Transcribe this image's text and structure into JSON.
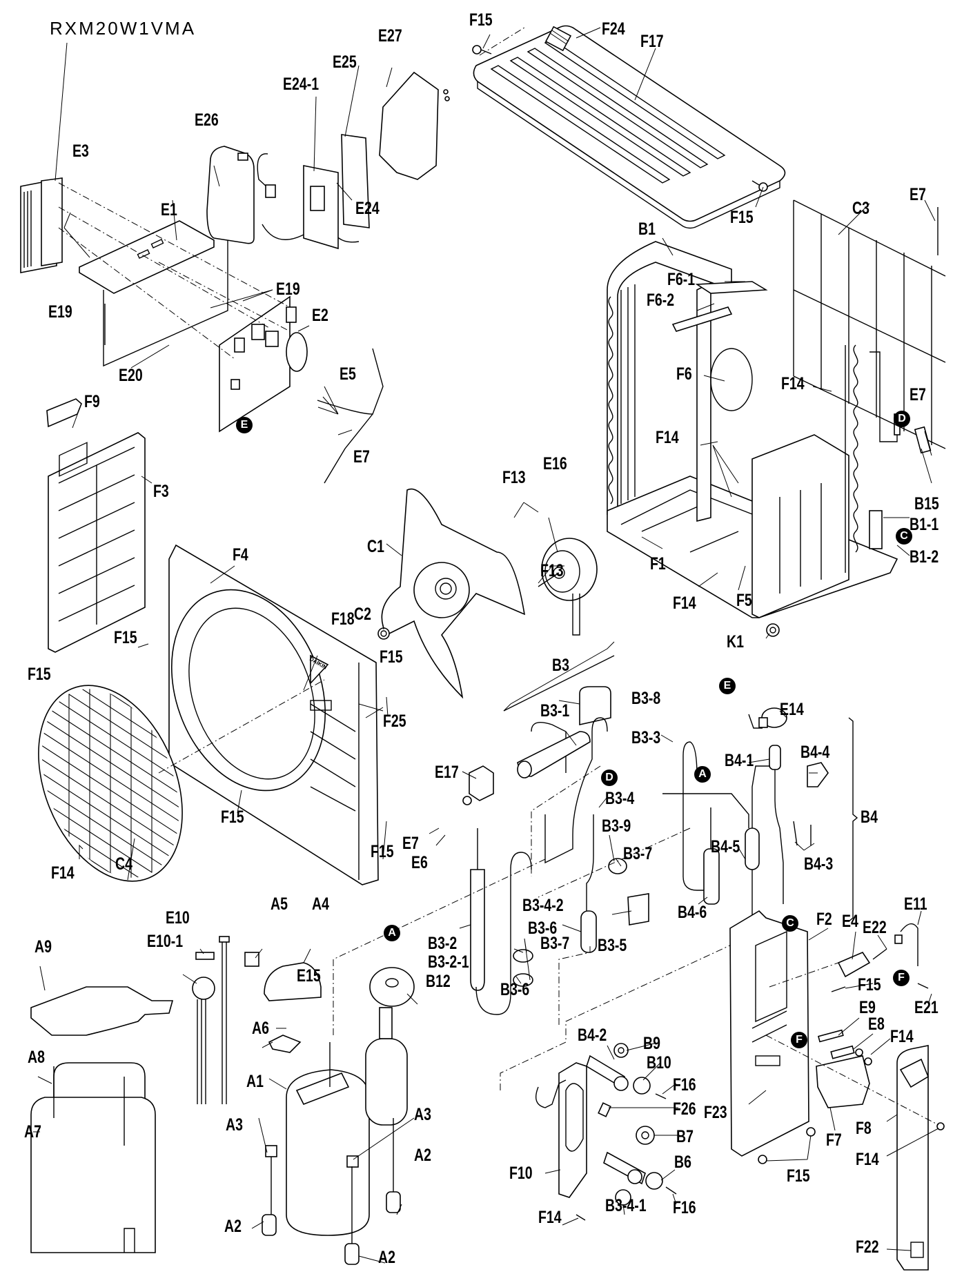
{
  "title": "RXM20W1VMA",
  "markers": {
    "A_compressor": "A",
    "A_pipe": "A",
    "C_pipe": "C",
    "C_coil": "C",
    "D_coil": "D",
    "D_pipe": "D",
    "E_pcb": "E",
    "E_valve": "E",
    "F_panel": "F",
    "F_wire": "F"
  },
  "labels": {
    "E27": "E27",
    "E25": "E25",
    "E24_1": "E24-1",
    "E26": "E26",
    "E24": "E24",
    "E3": "E3",
    "E1": "E1",
    "E19_a": "E19",
    "E19_b": "E19",
    "E2": "E2",
    "E20": "E20",
    "E5": "E5",
    "E7_pcb": "E7",
    "F9": "F9",
    "F3": "F3",
    "F15_top_left": "F15",
    "F24": "F24",
    "F17": "F17",
    "F15_top_right": "F15",
    "C3": "C3",
    "E7_top_right": "E7",
    "B1": "B1",
    "F6_1": "F6-1",
    "F6_2": "F6-2",
    "F6": "F6",
    "F14_a": "F14",
    "F14_b": "F14",
    "E7_coil": "E7",
    "B15": "B15",
    "B1_1": "B1-1",
    "B1_2": "B1-2",
    "F13_a": "F13",
    "E16": "E16",
    "F13_b": "F13",
    "C1": "C1",
    "C2": "C2",
    "F1": "F1",
    "F14_c": "F14",
    "F5": "F5",
    "K1": "K1",
    "F4": "F4",
    "F18": "F18",
    "F15_a": "F15",
    "F15_b": "F15",
    "F15_c": "F15",
    "F25": "F25",
    "F15_d": "F15",
    "F15_e": "F15",
    "F14_d": "F14",
    "C4": "C4",
    "B3": "B3",
    "B3_1": "B3-1",
    "B3_8": "B3-8",
    "E17": "E17",
    "B3_3": "B3-3",
    "E14": "E14",
    "B4_1": "B4-1",
    "B4_4": "B4-4",
    "B4": "B4",
    "B3_4": "B3-4",
    "E7_mid": "E7",
    "E6": "E6",
    "B3_9": "B3-9",
    "B3_7_a": "B3-7",
    "B4_5": "B4-5",
    "B4_3": "B4-3",
    "B3_4_2": "B3-4-2",
    "B4_6": "B4-6",
    "B3_2": "B3-2",
    "B3_2_1": "B3-2-1",
    "B3_6_a": "B3-6",
    "B3_7_b": "B3-7",
    "B3_5": "B3-5",
    "B3_6_b": "B3-6",
    "E10": "E10",
    "A5": "A5",
    "A4": "A4",
    "E10_1": "E10-1",
    "A9": "A9",
    "E15": "E15",
    "B12": "B12",
    "A6": "A6",
    "A8": "A8",
    "A1": "A1",
    "A3_a": "A3",
    "A3_b": "A3",
    "A2_a": "A2",
    "A2_b": "A2",
    "A2_c": "A2",
    "A7": "A7",
    "B4_2": "B4-2",
    "B9": "B9",
    "B10": "B10",
    "F16_a": "F16",
    "F26": "F26",
    "B7": "B7",
    "B6": "B6",
    "F16_b": "F16",
    "F10": "F10",
    "B3_4_1": "B3-4-1",
    "F14_e": "F14",
    "F2": "F2",
    "E4": "E4",
    "E22": "E22",
    "E11": "E11",
    "F15_f": "F15",
    "E21": "E21",
    "E9": "E9",
    "E8": "E8",
    "F14_f": "F14",
    "F23": "F23",
    "F7": "F7",
    "F8": "F8",
    "F14_g": "F14",
    "F15_g": "F15",
    "F22": "F22"
  }
}
